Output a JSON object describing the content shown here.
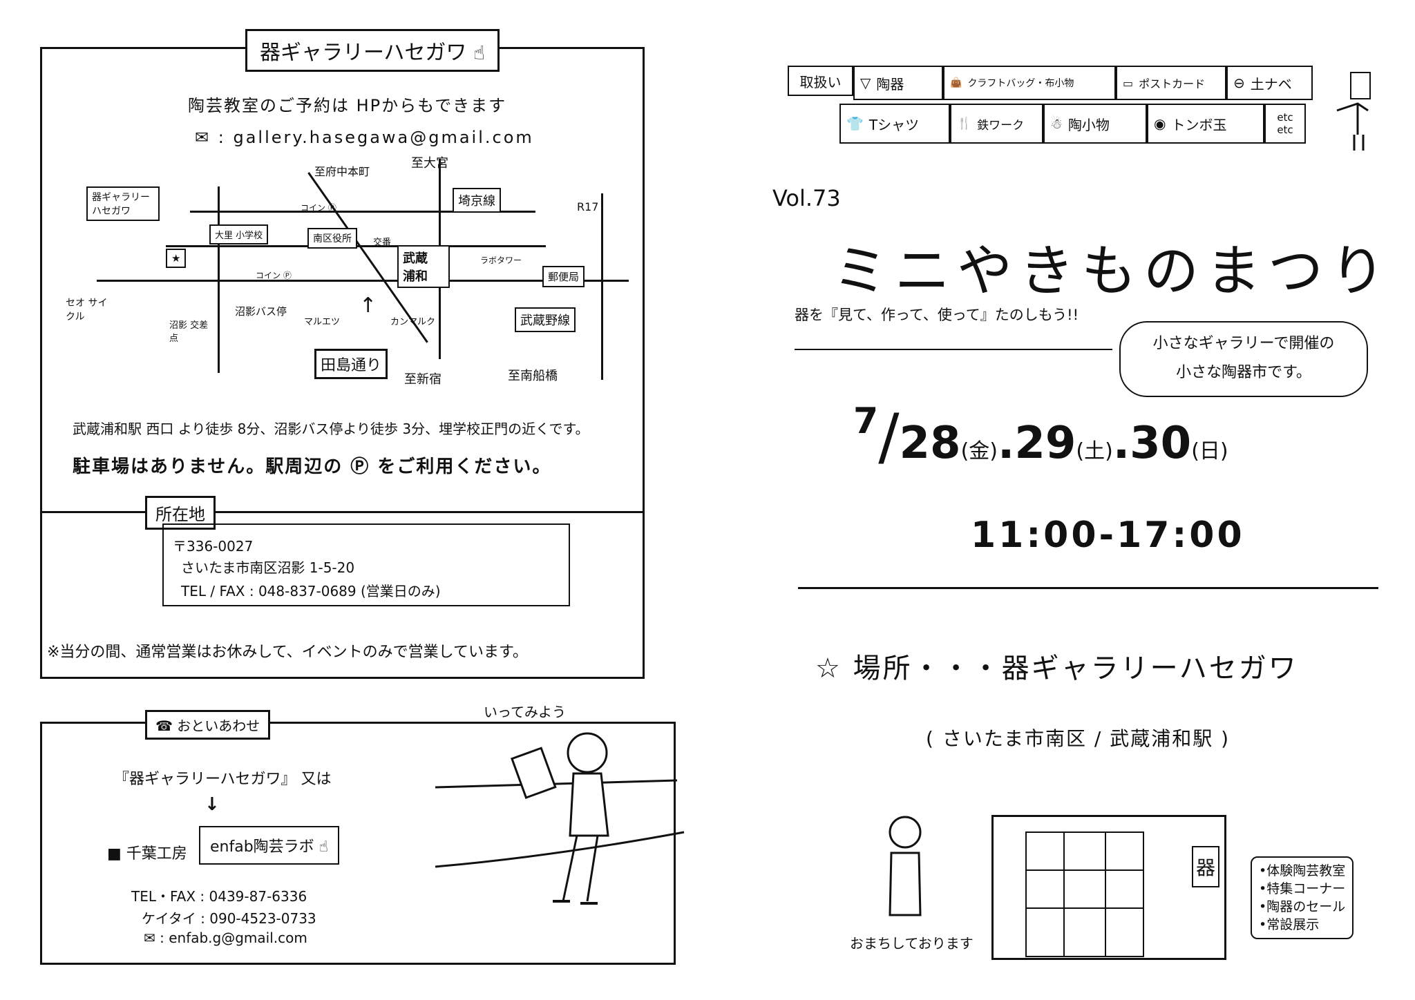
{
  "left_panel": {
    "header": "器ギャラリーハセガワ",
    "reservation_note": "陶芸教室のご予約は HPからもできます",
    "email": "gallery.hasegawa@gmail.com",
    "map": {
      "labels": {
        "fuchu": "至府中本町",
        "omiya": "至大宮",
        "saikyo": "埼京線",
        "r17": "R17",
        "gallery": "器ギャラリー ハセガワ",
        "coin_p": "コイン",
        "school": "大里 小学校",
        "ward_office": "南区役所",
        "koban": "交番",
        "station": "武蔵 浦和",
        "ragatower": "ラボタワー",
        "post_office": "郵便局",
        "cycle": "セオ サイクル",
        "numakage_intersection": "沼影 交差点",
        "numakage_bus": "沼影バス停",
        "maruetsu": "マルエツ",
        "tajima": "田島通り",
        "shinjuku": "至新宿",
        "funabashi": "至南船橋",
        "musashino": "武蔵野線",
        "coin_p2": "コイン",
        "kanmaruku": "カンマルク"
      }
    },
    "access_note": "武蔵浦和駅 西口 より徒歩 8分、沼影バス停より徒歩 3分、埋学校正門の近くです。",
    "parking_note": "駐車場はありません。駅周辺の Ⓟ をご利用ください。",
    "address_label": "所在地",
    "postal": "〒336-0027",
    "address": "さいたま市南区沼影 1-5-20",
    "tel": "TEL / FAX : 048-837-0689 (営業日のみ)",
    "notice": "※当分の間、通常営業はお休みして、イベントのみで営業しています。"
  },
  "contact_panel": {
    "header": "おといあわせ",
    "line1": "『器ギャラリーハセガワ』 又は",
    "arrow": "↓",
    "studio": "■ 千葉工房",
    "lab": "enfab陶芸ラボ",
    "tel": "TEL・FAX : 0439-87-6336",
    "mobile": "ケイタイ : 090-4523-0733",
    "email": "✉ : enfab.g@gmail.com"
  },
  "walking_caption": "いってみよう",
  "right_panel": {
    "products_label": "取扱い",
    "products_row1": [
      "陶器",
      "クラフトバッグ・布小物",
      "ポストカード",
      "土ナベ"
    ],
    "products_row2": [
      "Tシャツ",
      "鉄ワーク",
      "陶小物",
      "トンボ玉",
      "etc etc"
    ],
    "vol": "Vol.73",
    "title": "ミニやきものまつり",
    "subtitle": "器を『見て、作って、使って』たのしもう!!",
    "bubble_line1": "小さなギャラリーで開催の",
    "bubble_line2": "小さな陶器市です。",
    "date_month": "7",
    "date_slash": "/",
    "date1": "28",
    "dow1": "金",
    "date2": ".29",
    "dow2": "土",
    "date3": ".30",
    "dow3": "日",
    "time": "11:00-17:00",
    "place": "☆ 場所・・・器ギャラリーハセガワ",
    "place_sub": "( さいたま市南区 / 武蔵浦和駅 )",
    "waiting": "おまちしております",
    "sign": "器",
    "events": [
      "•体験陶芸教室",
      "•特集コーナー",
      "•陶器のセール",
      "•常設展示"
    ]
  }
}
